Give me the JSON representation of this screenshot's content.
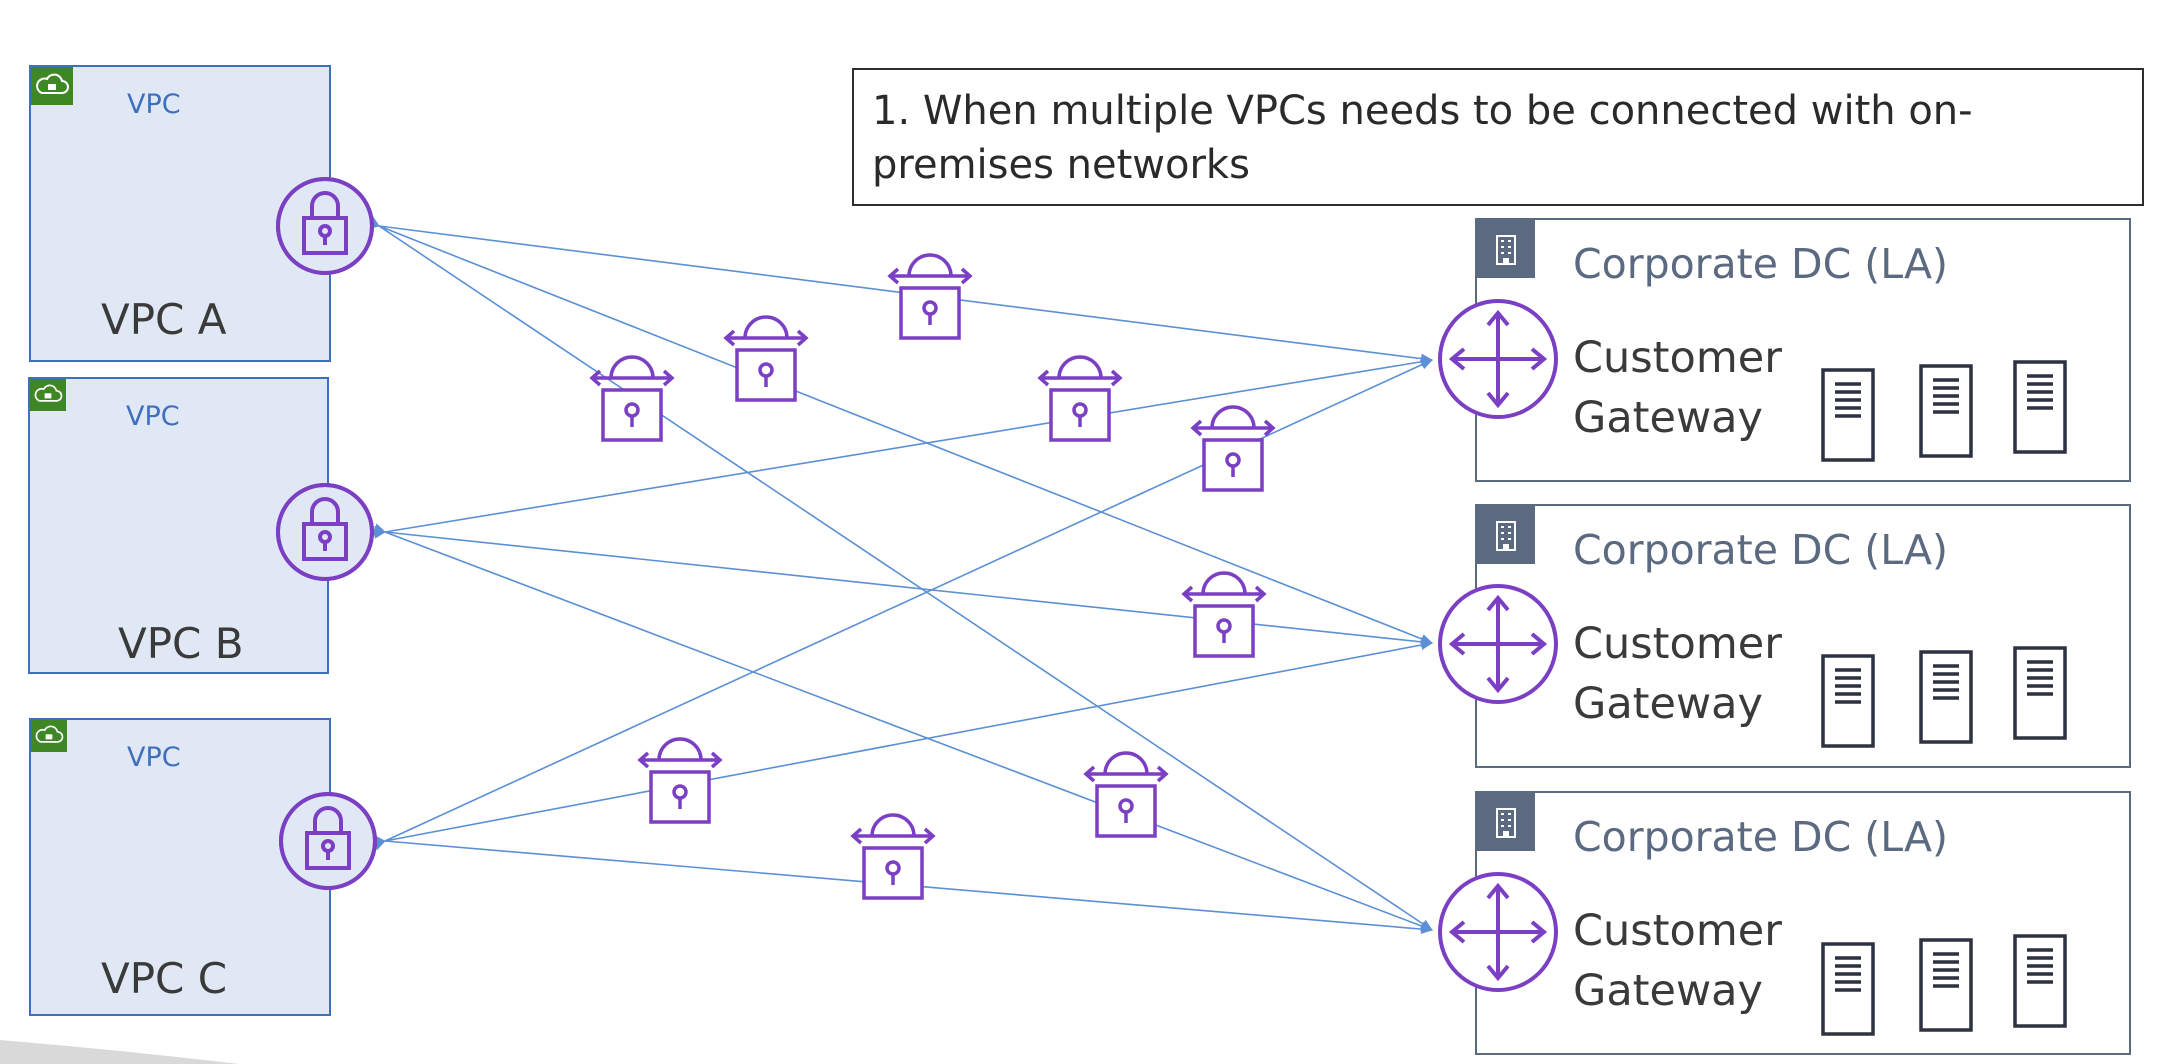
{
  "callout": {
    "line1": "1. When multiple VPCs needs to be connected with on-",
    "line2": "premises networks"
  },
  "vpcs": [
    {
      "tag": "VPC",
      "name": "VPC A"
    },
    {
      "tag": "VPC",
      "name": "VPC B"
    },
    {
      "tag": "VPC",
      "name": "VPC C"
    }
  ],
  "datacenters": [
    {
      "title": "Corporate DC (LA)",
      "gateway_line1": "Customer",
      "gateway_line2": "Gateway"
    },
    {
      "title": "Corporate DC (LA)",
      "gateway_line1": "Customer",
      "gateway_line2": "Gateway"
    },
    {
      "title": "Corporate DC (LA)",
      "gateway_line1": "Customer",
      "gateway_line2": "Gateway"
    }
  ],
  "icons": {
    "vpc_badge": "cloud-lock-icon",
    "vpn_gateway": "vpn-gateway-lock-icon",
    "vpn_connection": "vpn-connection-icon",
    "dc_badge": "building-icon",
    "customer_gateway": "router-icon",
    "server": "server-icon"
  },
  "colors": {
    "vpc_fill": "#dfe8f4",
    "vpc_border": "#3f6fbf",
    "vpc_badge": "#3f8624",
    "purple": "#7b3fc4",
    "link": "#5b8fd6",
    "dc_border": "#5b6a80",
    "server": "#2d3140"
  }
}
